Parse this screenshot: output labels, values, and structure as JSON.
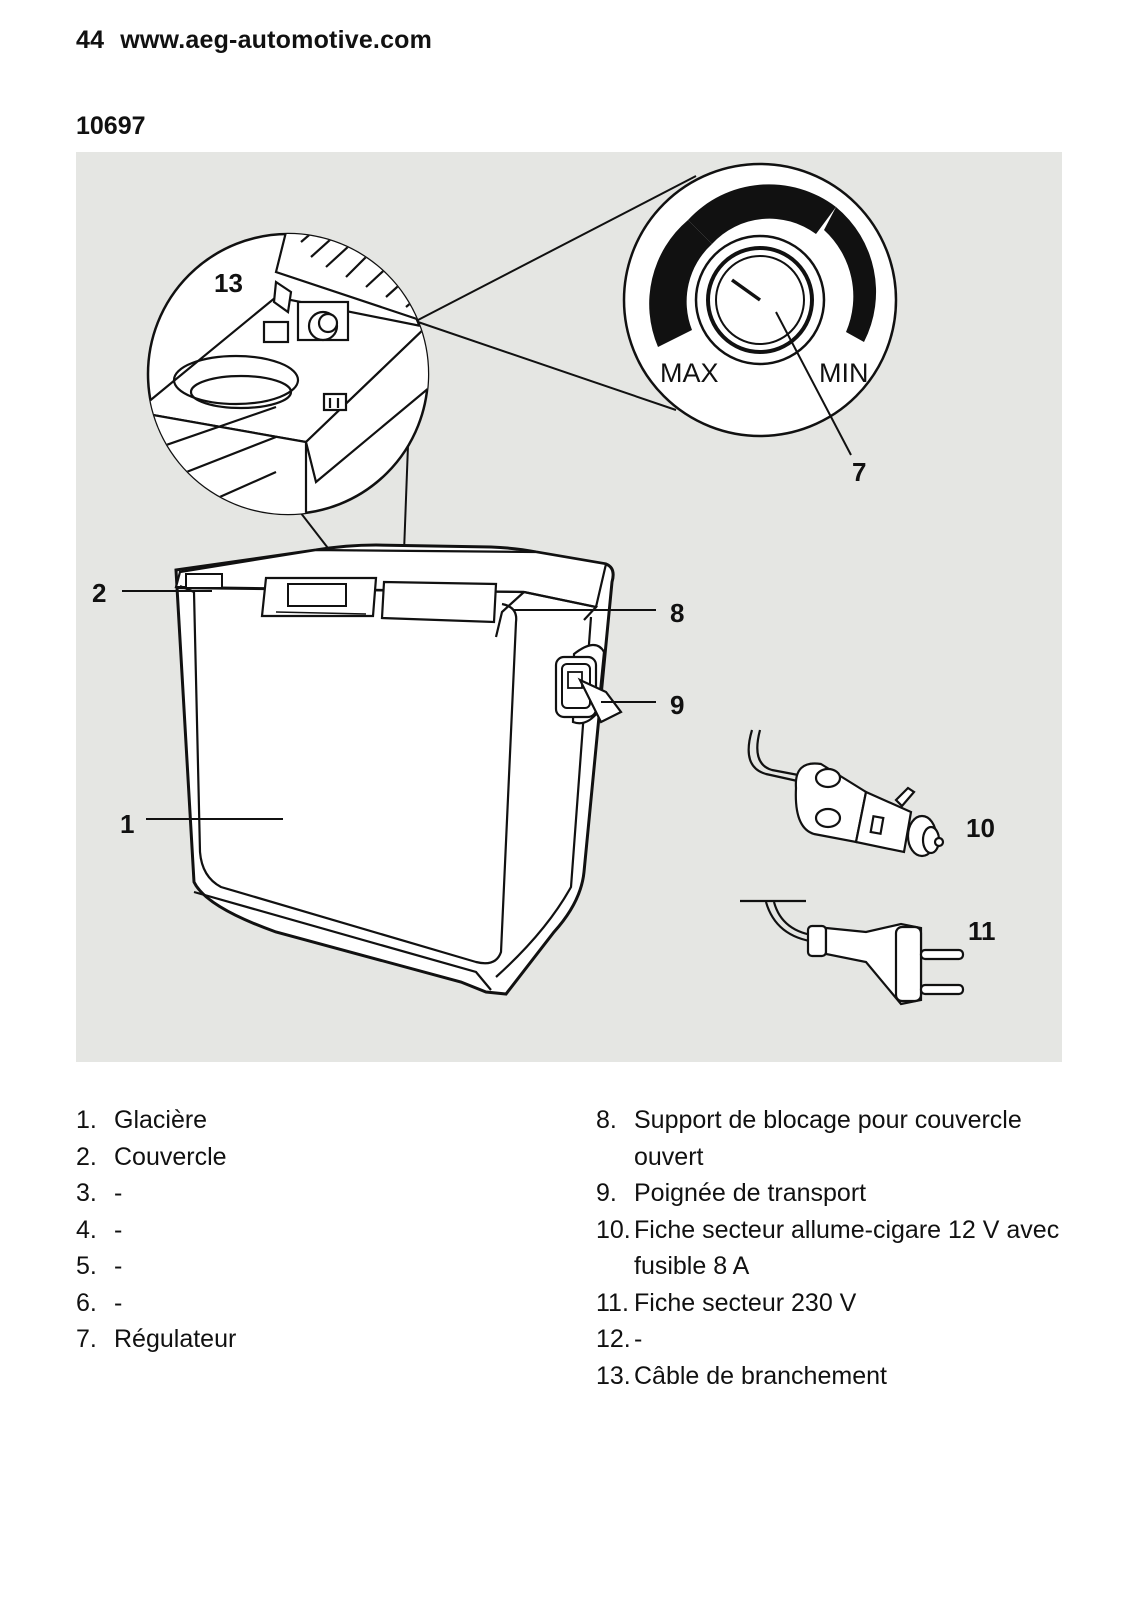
{
  "header": {
    "page_number": "44",
    "url": "www.aeg-automotive.com"
  },
  "model_number": "10697",
  "figure": {
    "dial": {
      "max_label": "MAX",
      "min_label": "MIN"
    },
    "callouts": {
      "c1": "1",
      "c2": "2",
      "c7": "7",
      "c8": "8",
      "c9": "9",
      "c10": "10",
      "c11": "11",
      "c13": "13"
    },
    "colors": {
      "background": "#e5e6e3",
      "line": "#111111",
      "body_fill": "#ffffff"
    }
  },
  "legend": {
    "left": [
      {
        "num": "1.",
        "text": "Glacière"
      },
      {
        "num": "2.",
        "text": "Couvercle"
      },
      {
        "num": "3.",
        "text": "-"
      },
      {
        "num": "4.",
        "text": "-"
      },
      {
        "num": "5.",
        "text": "-"
      },
      {
        "num": "6.",
        "text": "-"
      },
      {
        "num": "7.",
        "text": "Régulateur"
      }
    ],
    "right": [
      {
        "num": "8.",
        "text": "Support de blocage pour couvercle ouvert"
      },
      {
        "num": "9.",
        "text": "Poignée de transport"
      },
      {
        "num": "10.",
        "text": "Fiche secteur allume-cigare 12 V avec fusible 8 A"
      },
      {
        "num": "11.",
        "text": "Fiche secteur 230 V"
      },
      {
        "num": "12.",
        "text": "-"
      },
      {
        "num": "13.",
        "text": "Câble de branchement"
      }
    ]
  }
}
